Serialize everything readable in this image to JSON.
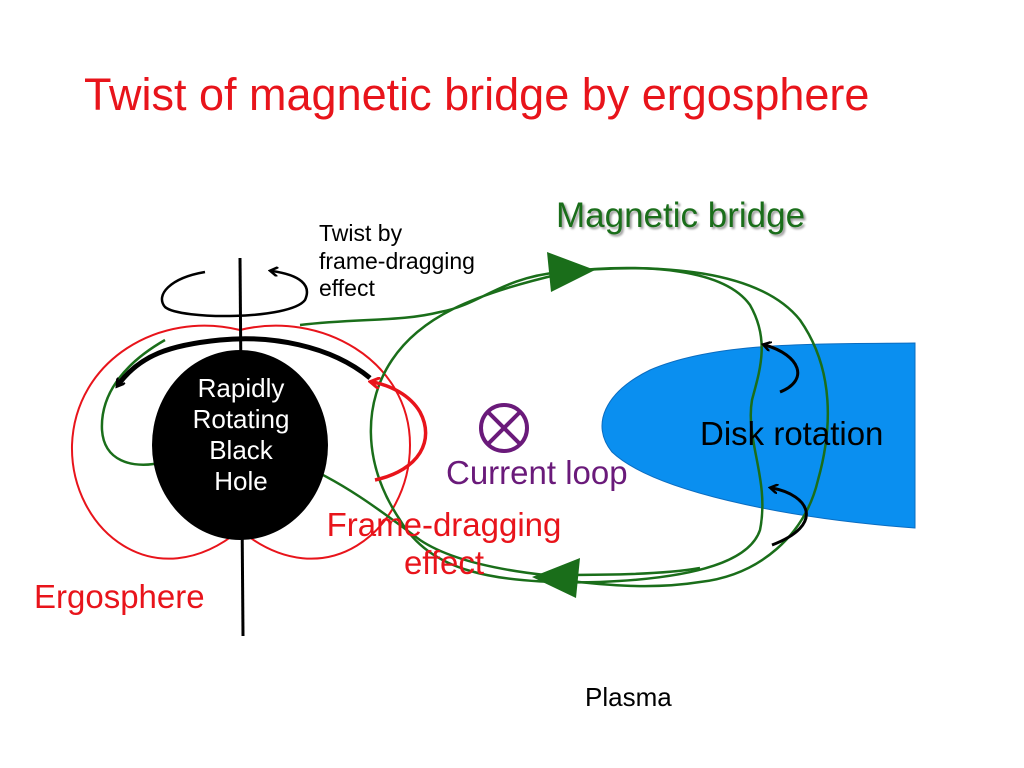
{
  "title": "Twist of magnetic bridge by ergosphere",
  "labels": {
    "magnetic_bridge": "Magnetic bridge",
    "twist_by_frame_dragging": "Twist by\nframe-dragging\neffect",
    "black_hole": "Rapidly\nRotating\nBlack\nHole",
    "disk_rotation": "Disk rotation",
    "current_loop": "Current loop",
    "frame_dragging_effect": "Frame-dragging\neffect",
    "ergosphere": "Ergosphere",
    "plasma": "Plasma"
  },
  "icons": {
    "current_loop_symbol": "circled-x-icon"
  },
  "colors": {
    "title": "#e8141b",
    "ergosphere": "#e8141b",
    "magnetic_field": "#1a6e1a",
    "current_loop": "#6a1a7a",
    "disk": "#0a8ff0",
    "black_hole": "#000000",
    "black_hole_text": "#ffffff",
    "text": "#000000"
  }
}
